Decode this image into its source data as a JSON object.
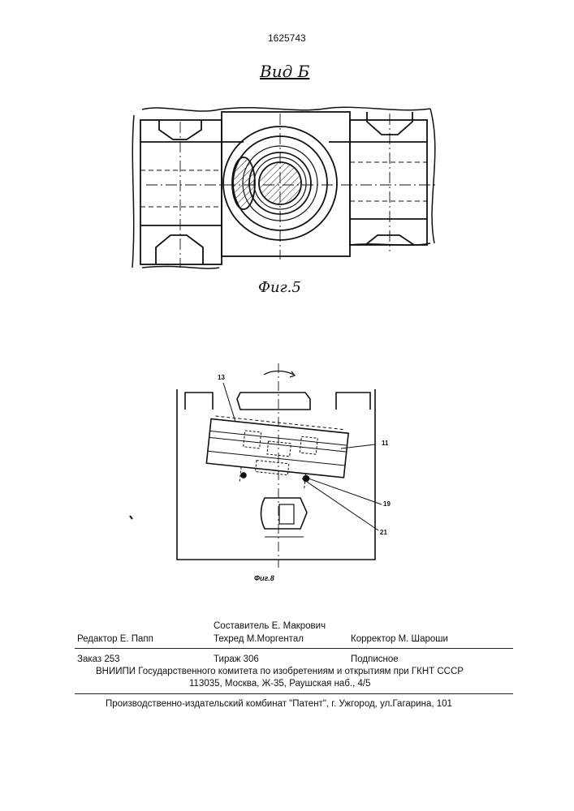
{
  "header": {
    "patent_number": "1625743",
    "view_label": "Вид Б"
  },
  "figures": {
    "fig5_caption": "Фиг.5",
    "fig8_caption": "Фиг.8",
    "fig8_labels": {
      "l13": "13",
      "l11": "11",
      "l19": "19",
      "l21": "21"
    }
  },
  "footer": {
    "editor": "Редактор  Е. Папп",
    "compiler": "Составитель    Е. Макрович",
    "techred": "Техред М.Моргентал",
    "corrector": "Корректор М. Шароши",
    "order": "Заказ  253",
    "circulation": "Тираж 306",
    "subscription": "Подписное",
    "vniipi": "ВНИИПИ Государственного комитета по изобретениям и открытиям при ГКНТ СССР",
    "address": "113035, Москва, Ж-35, Раушская наб., 4/5",
    "publisher": "Производственно-издательский комбинат \"Патент\", г. Ужгород, ул.Гагарина, 101"
  }
}
